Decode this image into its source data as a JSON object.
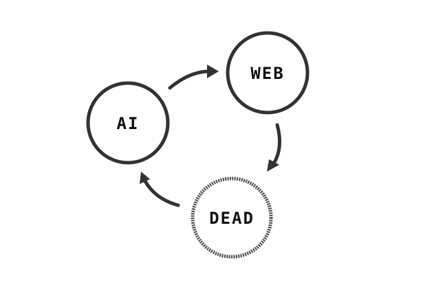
{
  "diagram": {
    "nodes": {
      "ai": {
        "label": "AI"
      },
      "web": {
        "label": "WEB"
      },
      "dead": {
        "label": "DEAD"
      }
    },
    "edges": [
      {
        "from": "ai",
        "to": "web"
      },
      {
        "from": "web",
        "to": "dead"
      },
      {
        "from": "dead",
        "to": "ai"
      }
    ],
    "colors": {
      "stroke": "#333333",
      "text": "#111111",
      "background": "#ffffff"
    }
  }
}
